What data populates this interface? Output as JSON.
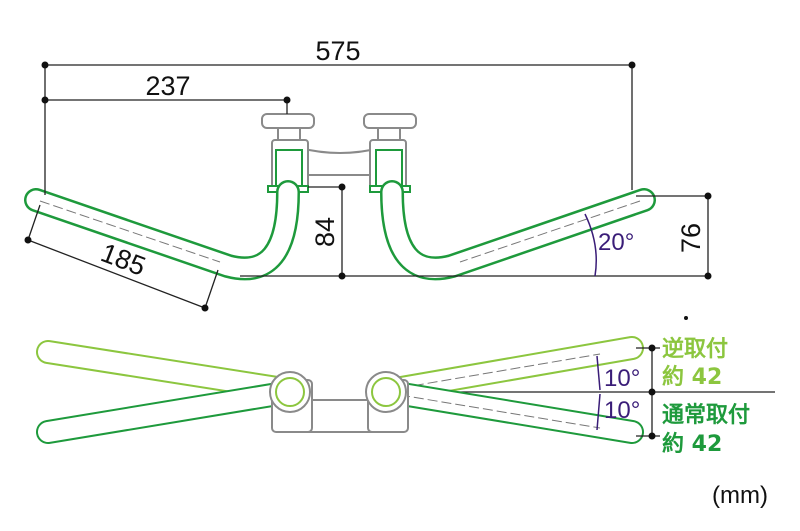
{
  "dimensions": {
    "overall_width": "575",
    "half_width": "237",
    "grip_length": "185",
    "rise_center": "84",
    "rise_end": "76",
    "grip_angle": "20°"
  },
  "mount_view": {
    "upper_angle": "10°",
    "lower_angle": "10°",
    "reverse_mount_label": "逆取付",
    "reverse_mount_value": "約 42",
    "normal_mount_label": "通常取付",
    "normal_mount_value": "約 42"
  },
  "unit": "(mm)",
  "colors": {
    "bar_normal": "#1e9a3c",
    "bar_reverse": "#8cc63f",
    "angle": "#3a1d78",
    "clamp": "#8a8a8a"
  }
}
